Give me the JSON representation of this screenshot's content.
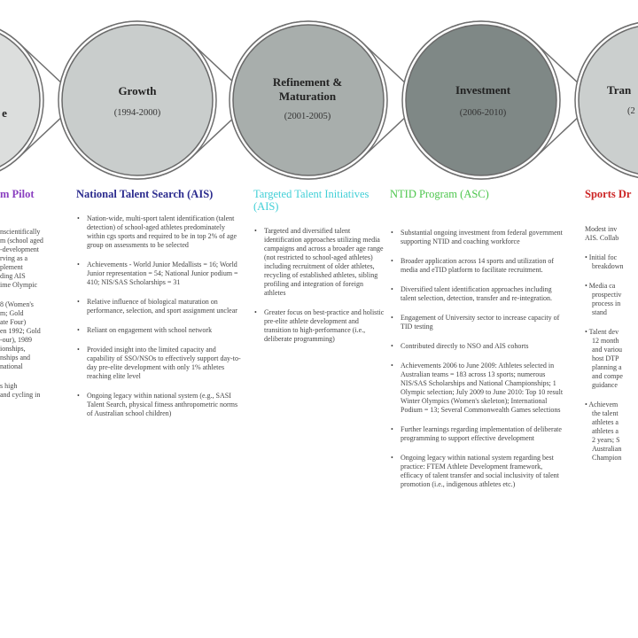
{
  "stages": [
    {
      "title": "e",
      "years": "",
      "fill": "#dcdedd"
    },
    {
      "title": "Growth",
      "years": "(1994-2000)",
      "fill": "#c9cdcc"
    },
    {
      "title_line1": "Refinement &",
      "title_line2": "Maturation",
      "years": "(2001-2005)",
      "fill": "#a8aeac"
    },
    {
      "title": "Investment",
      "years": "(2006-2010)",
      "fill": "#7f8886"
    },
    {
      "title": "Tran",
      "years": "(2",
      "fill": "#cbcfce"
    }
  ],
  "columns": [
    {
      "heading": "m Pilot",
      "color": "#8a3fc0",
      "groups": [
        [
          "nscientifically",
          "m (school aged",
          "-development",
          "rving as a",
          "plement",
          "ding AIS",
          "ime Olympic"
        ],
        [
          "8 (Women's",
          "m; Gold",
          "ate Four)",
          "en 1992; Gold",
          "-our), 1989",
          "ionships,",
          "nships and",
          "national"
        ],
        [
          "s high",
          "and cycling in"
        ]
      ]
    },
    {
      "heading": "National Talent Search (AIS)",
      "color": "#2b2b8e",
      "bullets": [
        "Nation-wide, multi-sport talent identification (talent detection) of school-aged athletes predominately within cgs sports and required to be in top 2% of age group on assessments to be selected",
        "Achievements - World Junior Medallists = 16; World Junior representation = 54; National Junior podium = 410; NIS/SAS Scholarships = 31",
        "Relative influence of biological maturation on performance, selection, and sport assignment unclear",
        "Reliant on engagement with school network",
        "Provided insight into the limited capacity and capability of SSO/NSOs to effectively support day-to-day pre-elite development with only 1% athletes reaching elite level",
        "Ongoing legacy within national system (e.g., SASI Talent Search, physical fitness anthropometric norms of Australian school children)"
      ]
    },
    {
      "heading": "Targeted Talent Initiatives (AIS)",
      "color": "#40cfd6",
      "bullets": [
        "Targeted and diversified talent identification approaches utilizing media campaigns and across a broader age range (not restricted to school-aged athletes) including recruitment of older athletes, recycling of established athletes, sibling profiling and integration of foreign athletes",
        "Greater focus on best-practice and holistic pre-elite athlete development and transition to high-performance (i.e., deliberate programming)"
      ]
    },
    {
      "heading": "NTID Program (ASC)",
      "color": "#4cc64c",
      "bullets": [
        "Substantial ongoing investment from federal government supporting NTID and coaching workforce",
        "Broader application across 14 sports and utilization of media and eTID platform to facilitate recruitment.",
        "Diversified talent identification approaches including talent selection, detection, transfer and re-integration.",
        "Engagement of University sector to increase capacity of TID testing",
        "Contributed directly to NSO and AIS cohorts",
        "Achievements 2006 to June 2009: Athletes selected in Australian teams = 183 across 13 sports; numerous NIS/SAS Scholarships and National Championships; 1 Olympic selection; July 2009 to June 2010: Top 10 result Winter Olympics (Women's skeleton); International Podium = 13; Several Commonwealth Games selections",
        "Further learnings regarding implementation of deliberate programming to support effective development",
        "Ongoing legacy within national system regarding best practice: FTEM Athlete Development framework, efficacy of talent transfer and social inclusivity of talent promotion (i.e., indigenous athletes etc.)"
      ]
    },
    {
      "heading": "Sports Dr",
      "color": "#cc2424",
      "intro": [
        "Modest inv",
        "AIS. Collab"
      ],
      "groups": [
        [
          "Initial foc",
          "breakdown"
        ],
        [
          "Media ca",
          "prospectiv",
          "process in",
          "stand"
        ],
        [
          "Talent dev",
          "12 month",
          "and variou",
          "host DTP",
          "planning a",
          "and compe",
          "guidance"
        ],
        [
          "Achievem",
          "the talent",
          "athletes a",
          "athletes a",
          "2 years; S",
          "Australian",
          "Champion"
        ]
      ]
    }
  ]
}
